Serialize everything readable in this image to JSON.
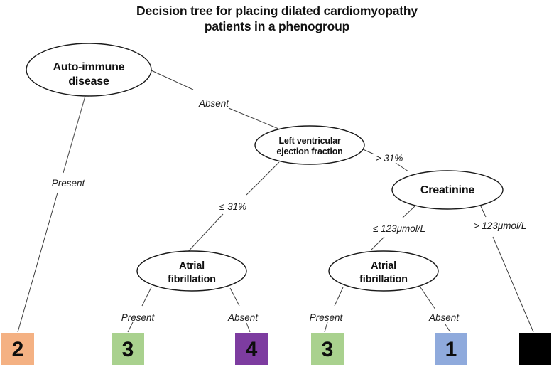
{
  "figure": {
    "title_line1": "Decision tree for placing dilated cardiomyopathy",
    "title_line2": "patients in a phenogroup"
  },
  "nodes": {
    "autoimmune": {
      "line1": "Auto-immune",
      "line2": "disease"
    },
    "lvef": {
      "line1": "Left ventricular",
      "line2": "ejection fraction"
    },
    "creatinine": {
      "line1": "Creatinine"
    },
    "af_left": {
      "line1": "Atrial",
      "line2": "fibrillation"
    },
    "af_right": {
      "line1": "Atrial",
      "line2": "fibrillation"
    }
  },
  "edges": {
    "autoimmune_present": "Present",
    "autoimmune_absent": "Absent",
    "lvef_le31": "≤ 31%",
    "lvef_gt31": "> 31%",
    "creatinine_le123": "≤ 123μmol/L",
    "creatinine_gt123": "> 123μmol/L",
    "af_left_present": "Present",
    "af_left_absent": "Absent",
    "af_right_present": "Present",
    "af_right_absent": "Absent"
  },
  "leaves": [
    {
      "phenogroup": "2",
      "color": "#F4B183"
    },
    {
      "phenogroup": "3",
      "color": "#A9D18E"
    },
    {
      "phenogroup": "4",
      "color": "#7D3CA0"
    },
    {
      "phenogroup": "3",
      "color": "#A9D18E"
    },
    {
      "phenogroup": "1",
      "color": "#8FAADC"
    },
    {
      "phenogroup": "",
      "color": "#000000"
    }
  ]
}
